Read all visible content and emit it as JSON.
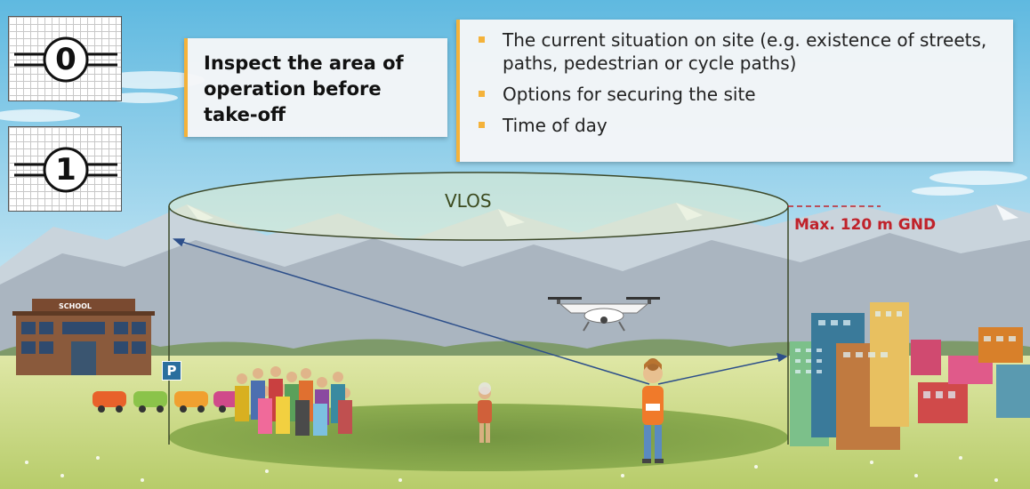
{
  "categories": [
    {
      "number": "0"
    },
    {
      "number": "1"
    }
  ],
  "card_left": {
    "title": "Inspect the area of operation before take-off"
  },
  "card_right": {
    "items": [
      "The current situation on site (e.g. existence of streets, paths, pedestrian or cycle paths)",
      "Options for securing the site",
      "Time of day"
    ]
  },
  "diagram": {
    "vlos_label": "VLOS",
    "max_height_label": "Max. 120 m GND",
    "school_sign": "SCHOOL",
    "parking_sign": "P"
  },
  "colors": {
    "accent": "#f4b23a",
    "max_height": "#c0222a",
    "sight_line": "#2d4f8a",
    "sky_top": "#5fb9e0",
    "grass": "#c7d77e"
  },
  "icons": [
    "drone-icon",
    "category-0-icon",
    "category-1-icon"
  ]
}
